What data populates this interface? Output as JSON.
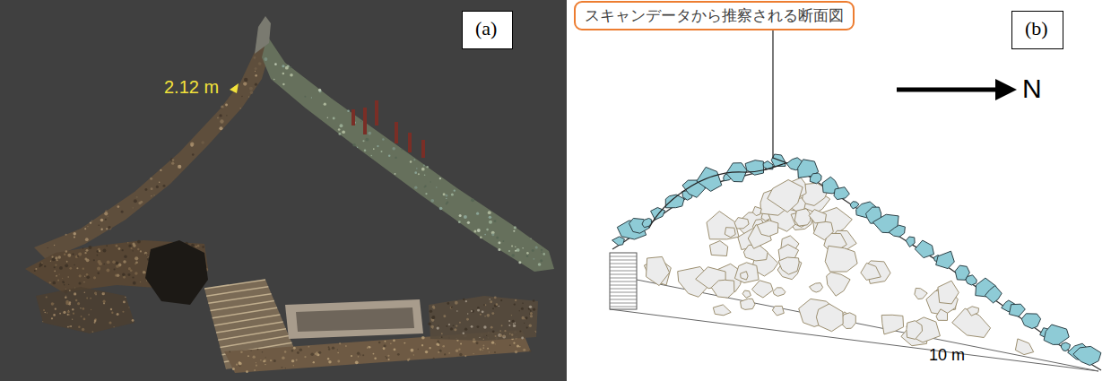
{
  "diagram": {
    "nodes": [
      {
        "text": [
          "(a)"
        ]
      },
      {
        "text": [
          "スキャンデータから推察される断面図"
        ]
      },
      {
        "text": [
          "(b)"
        ]
      }
    ],
    "labels": [
      "2.12 m",
      "N",
      "10 m"
    ]
  }
}
